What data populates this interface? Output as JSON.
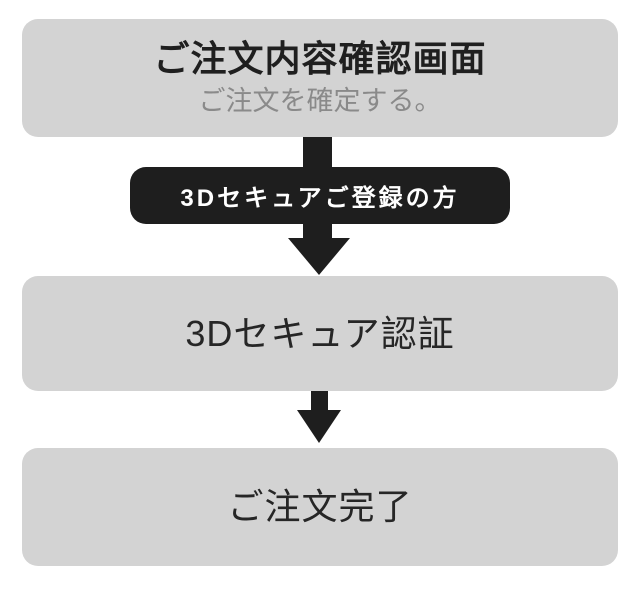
{
  "flow": {
    "step1": {
      "title": "ご注文内容確認画面",
      "subtitle": "ご注文を確定する。"
    },
    "badge": {
      "label": "3Dセキュアご登録の方"
    },
    "step2": {
      "title": "3Dセキュア認証"
    },
    "step3": {
      "title": "ご注文完了"
    }
  },
  "colors": {
    "page_bg": "#ffffff",
    "box_bg": "#d3d3d3",
    "badge_bg": "#1e1e1e",
    "badge_text": "#ffffff",
    "arrow": "#1e1e1e",
    "title_text": "#1f1f1f",
    "step_text": "#262626",
    "subtitle_text": "#8a8a8a"
  }
}
